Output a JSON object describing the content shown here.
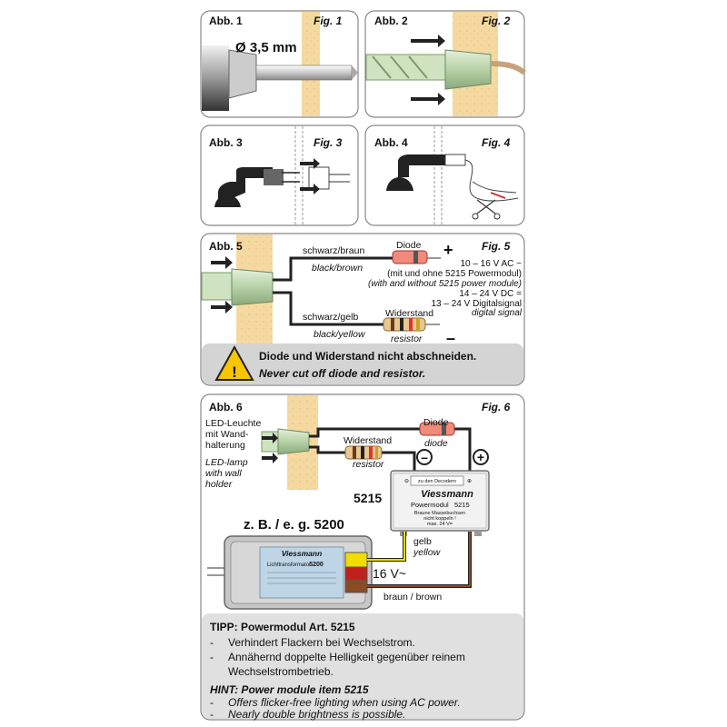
{
  "fig1": {
    "abb": "Abb. 1",
    "fig": "Fig. 1",
    "drill": "Ø 3,5 mm"
  },
  "fig2": {
    "abb": "Abb. 2",
    "fig": "Fig. 2"
  },
  "fig3": {
    "abb": "Abb. 3",
    "fig": "Fig. 3"
  },
  "fig4": {
    "abb": "Abb. 4",
    "fig": "Fig. 4"
  },
  "fig5": {
    "abb": "Abb. 5",
    "fig": "Fig. 5",
    "wire_top_de": "schwarz/braun",
    "wire_top_en": "black/brown",
    "wire_bot_de": "schwarz/gelb",
    "wire_bot_en": "black/yellow",
    "diode": "Diode",
    "resistor_de": "Widerstand",
    "resistor_en": "resistor",
    "plus": "+",
    "minus": "–",
    "spec1": "10  –  16 V AC ~",
    "spec2": "(mit und ohne 5215 Powermodul)",
    "spec3": "(with and without 5215  power module)",
    "spec4": "14  –  24 V DC =",
    "spec5": "13  –  24 V Digitalsignal",
    "spec6": "digital signal",
    "warn_de": "Diode und Widerstand nicht abschneiden.",
    "warn_en": "Never cut off diode and resistor.",
    "warn_icon": "!"
  },
  "fig6": {
    "abb": "Abb. 6",
    "fig": "Fig. 6",
    "lamp_de_1": "LED-Leuchte",
    "lamp_de_2": "mit Wand-",
    "lamp_de_3": "halterung",
    "lamp_en_1": "LED-lamp",
    "lamp_en_2": "with wall",
    "lamp_en_3": "holder",
    "diode_de": "Diode",
    "diode_en": "diode",
    "resistor_de": "Widerstand",
    "resistor_en": "resistor",
    "minus_sym": "–",
    "plus_sym": "+",
    "module_num": "5215",
    "module_brand": "Viessmann",
    "module_name": "Powermodul",
    "module_name_num": "5215",
    "module_line1": "Braune Massebuchsen",
    "module_line2": "nicht koppeln !",
    "module_line3": "max. 24 V=",
    "module_top_l": "⊖",
    "module_top_m": "zu den Decodern",
    "module_top_r": "⊕",
    "trafo_title": "z. B. / e. g. 5200",
    "trafo_brand": "Viessmann",
    "trafo_name": "Lichttransformator",
    "trafo_num": "5200",
    "voltage": "16 V~",
    "yellow_de": "gelb",
    "yellow_en": "yellow",
    "brown_label": "braun / brown"
  },
  "tip": {
    "title_de": "TIPP: Powermodul Art. 5215",
    "de_1": "Verhindert Flackern bei Wechselstrom.",
    "de_2": "Annähernd doppelte Helligkeit gegenüber reinem",
    "de_3": "Wechselstrombetrieb.",
    "title_en": "HINT: Power module item 5215",
    "en_1": "Offers flicker-free lighting when using AC power.",
    "en_2": "Nearly double brightness is possible.",
    "dash": "-"
  }
}
